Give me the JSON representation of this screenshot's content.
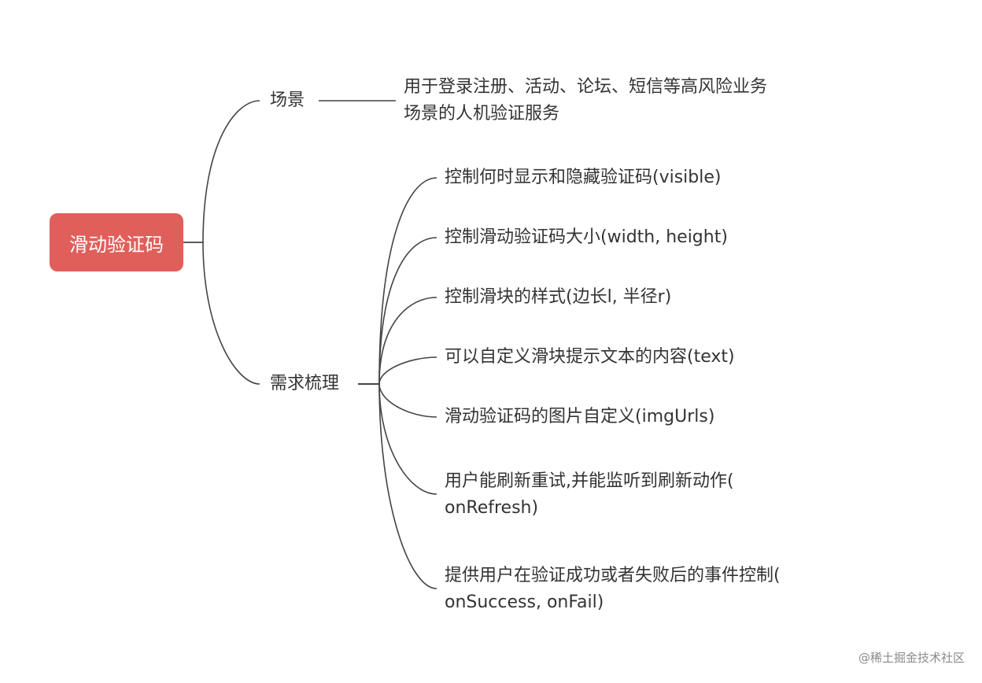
{
  "root": {
    "label": "滑动验证码"
  },
  "branches": [
    {
      "label": "场景",
      "children": [
        {
          "lines": [
            "用于登录注册、活动、论坛、短信等高风险业务",
            "场景的人机验证服务"
          ]
        }
      ]
    },
    {
      "label": "需求梳理",
      "children": [
        {
          "lines": [
            "控制何时显示和隐藏验证码(visible)"
          ]
        },
        {
          "lines": [
            "控制滑动验证码大小(width, height)"
          ]
        },
        {
          "lines": [
            "控制滑块的样式(边长l, 半径r)"
          ]
        },
        {
          "lines": [
            "可以自定义滑块提示文本的内容(text)"
          ]
        },
        {
          "lines": [
            "滑动验证码的图片自定义(imgUrls)"
          ]
        },
        {
          "lines": [
            "用户能刷新重试,并能监听到刷新动作(",
            "onRefresh)"
          ]
        },
        {
          "lines": [
            "提供用户在验证成功或者失败后的事件控制(",
            "onSuccess, onFail)"
          ]
        }
      ]
    }
  ],
  "watermark": "@稀土掘金技术社区",
  "colors": {
    "root_fill": "#e05f5a",
    "root_text": "#ffffff",
    "line": "#444444",
    "text": "#333333"
  }
}
